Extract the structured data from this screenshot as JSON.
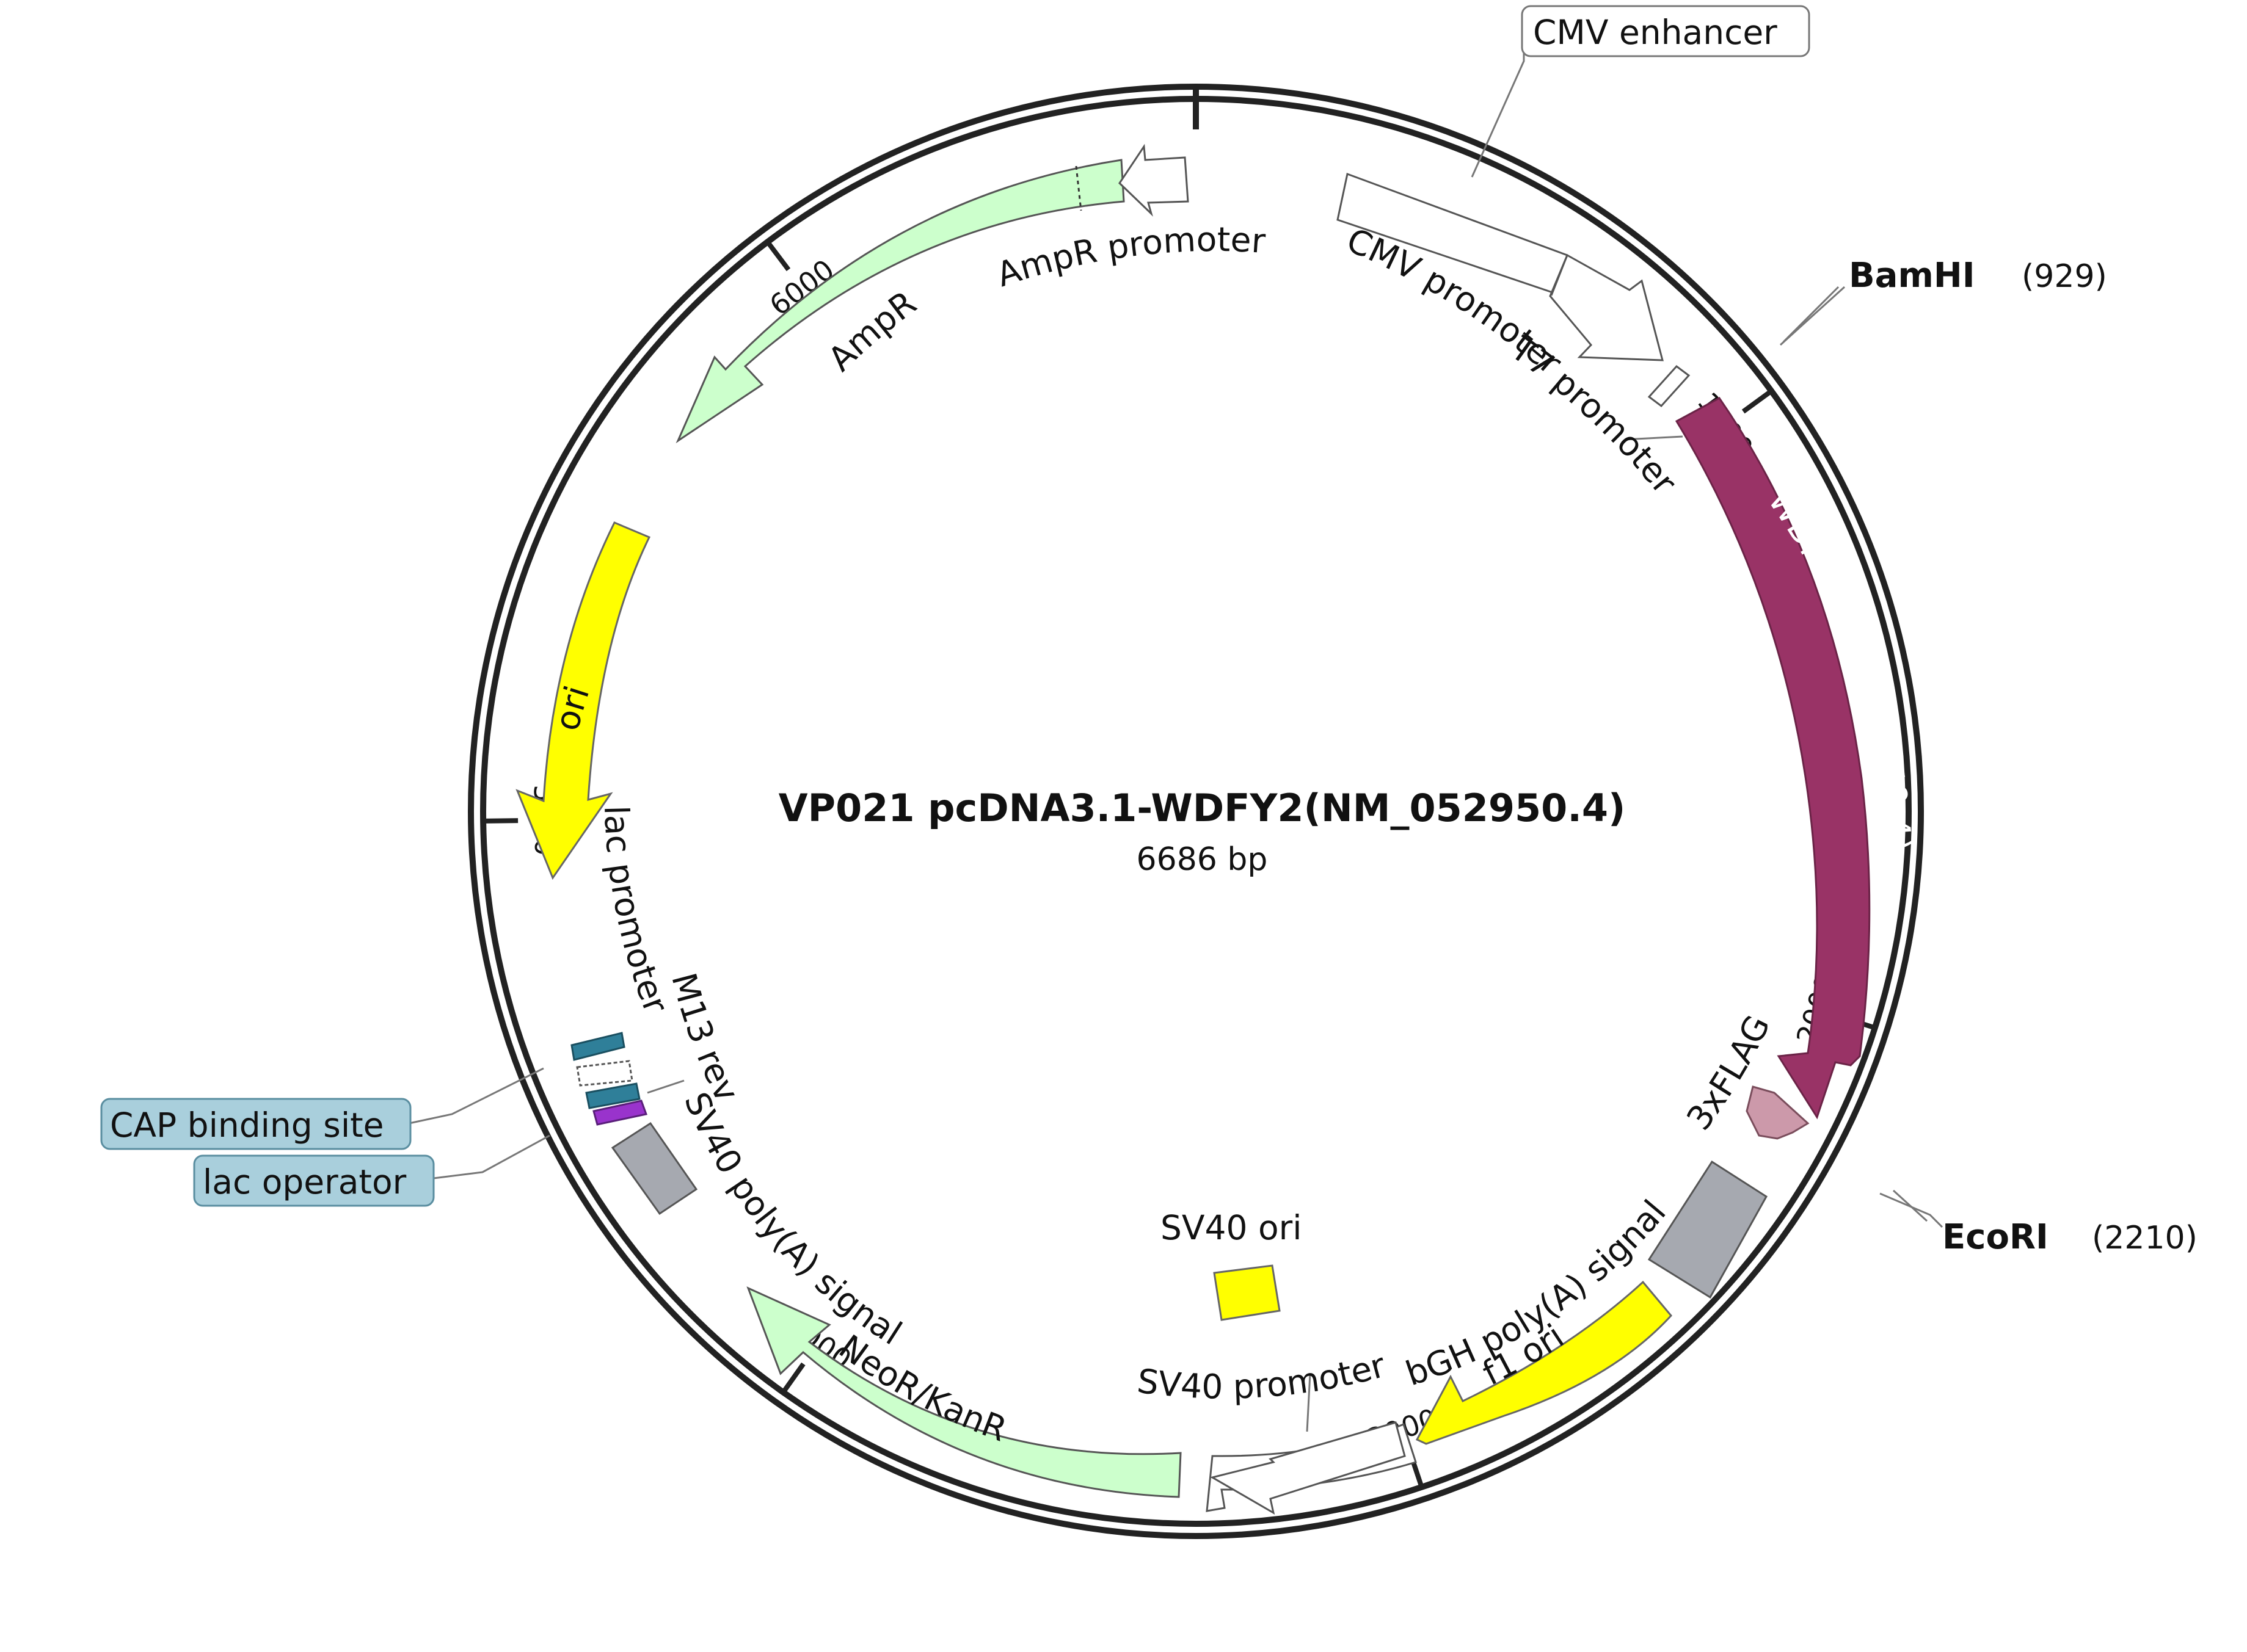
{
  "title": "VP021 pcDNA3.1-WDFY2(NM_052950.4)",
  "length_label": "6686 bp",
  "total_bp": 6686,
  "ticks": [
    {
      "label": "1000",
      "bp": 1000
    },
    {
      "label": "2000",
      "bp": 2000
    },
    {
      "label": "3000",
      "bp": 3000
    },
    {
      "label": "4000",
      "bp": 4000
    },
    {
      "label": "5000",
      "bp": 5000
    },
    {
      "label": "6000",
      "bp": 6000
    }
  ],
  "sites": [
    {
      "name": "BamHI",
      "position": "(929)",
      "bp": 929
    },
    {
      "name": "EcoRI",
      "position": "(2210)",
      "bp": 2210
    }
  ],
  "features": [
    {
      "label": "CMV enhancer",
      "color": "#ffffff",
      "style": "boxed-white"
    },
    {
      "label": "CMV promoter",
      "color": "#ffffff"
    },
    {
      "label": "T7 promoter",
      "color": "#ffffff"
    },
    {
      "label": "WDFY2(NM_052950.4)",
      "color": "#993366"
    },
    {
      "label": "3xFLAG",
      "color": "#cc99aa"
    },
    {
      "label": "bGH poly(A) signal",
      "color": "#a6a9b0"
    },
    {
      "label": "f1 ori",
      "color": "#ffff00"
    },
    {
      "label": "SV40 promoter",
      "color": "#ffffff"
    },
    {
      "label": "SV40 ori",
      "color": "#ffff00"
    },
    {
      "label": "NeoR/KanR",
      "color": "#ccffcc"
    },
    {
      "label": "SV40 poly(A) signal",
      "color": "#a6a9b0"
    },
    {
      "label": "M13 rev",
      "color": "#2f7f99"
    },
    {
      "label": "lac operator",
      "color": "#a9cfdc",
      "style": "boxed-blue"
    },
    {
      "label": "lac promoter",
      "color": "#ffffff"
    },
    {
      "label": "CAP binding site",
      "color": "#a9cfdc",
      "style": "boxed-blue"
    },
    {
      "label": "ori",
      "color": "#ffff00"
    },
    {
      "label": "AmpR",
      "color": "#ccffcc"
    },
    {
      "label": "AmpR promoter",
      "color": "#ffffff"
    }
  ],
  "colors": {
    "backbone": "#222222",
    "insert": "#993366",
    "ori": "#ffff00",
    "resistance": "#ccffcc",
    "polyA": "#a6a9b0",
    "misc": "#2f7f99",
    "flag": "#cc99aa",
    "label_box": "#a9cfdc"
  }
}
